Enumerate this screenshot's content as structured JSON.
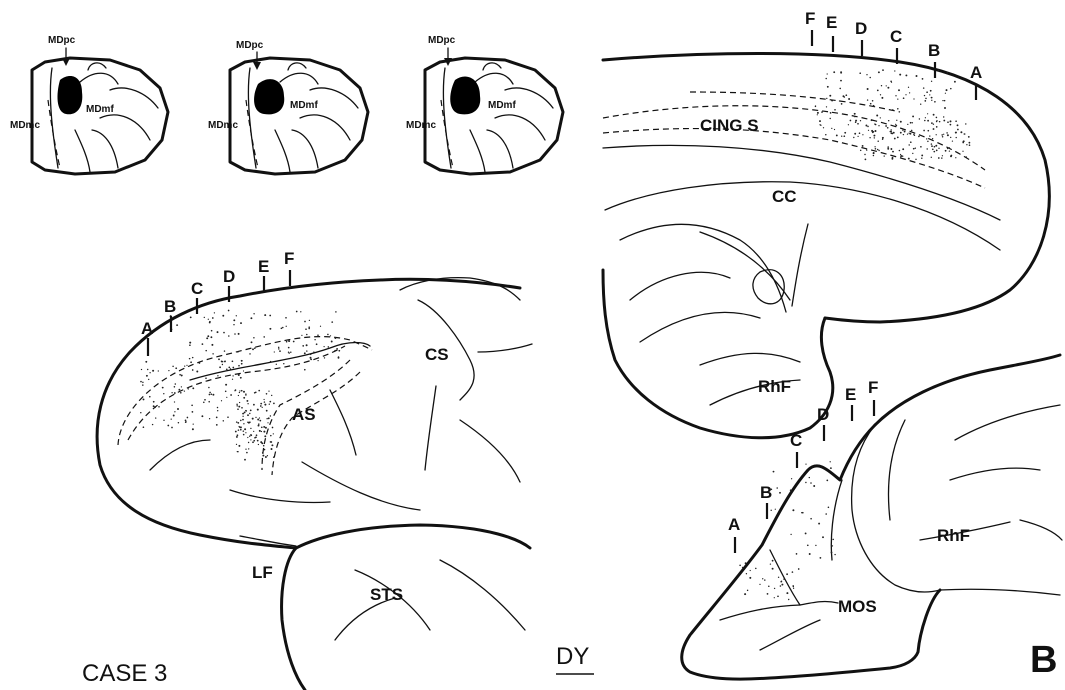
{
  "thalamus": {
    "labels": [
      "MDpc",
      "MDmf",
      "MDmc"
    ]
  },
  "lateral_view": {
    "ticks": [
      "A",
      "B",
      "C",
      "D",
      "E",
      "F"
    ],
    "labels": {
      "cs": "CS",
      "as": "AS",
      "lf": "LF",
      "sts": "STS"
    }
  },
  "medial_view": {
    "ticks": [
      "F",
      "E",
      "D",
      "C",
      "B",
      "A"
    ],
    "labels": {
      "cing": "CING S",
      "cc": "CC",
      "rhf": "RhF"
    }
  },
  "ventral_view": {
    "ticks": [
      "A",
      "B",
      "C",
      "D",
      "E",
      "F"
    ],
    "labels": {
      "rhf": "RhF",
      "mos": "MOS"
    }
  },
  "case_label": "CASE 3",
  "initials": "DY",
  "panel_letter": "B"
}
